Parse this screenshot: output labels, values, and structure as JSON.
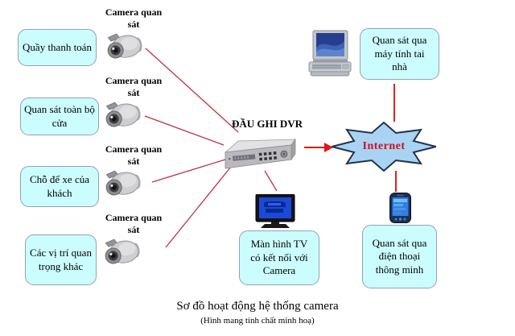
{
  "diagram": {
    "camera_label": "Camera quan sát",
    "left_boxes": [
      {
        "label": "Quầy thanh toán"
      },
      {
        "label": "Quan sát toàn bộ cửa"
      },
      {
        "label": "Chỗ để xe của khách"
      },
      {
        "label": "Các vị trí quan trọng khác"
      }
    ],
    "dvr": {
      "label": "ĐẦU GHI DVR"
    },
    "internet": {
      "label": "Internet"
    },
    "remote_pc_box": {
      "label": "Quan sát qua máy tính tai nhà"
    },
    "remote_phone_box": {
      "label": "Quan sát qua điện thoại thông minh"
    },
    "tv_box": {
      "label": "Màn hình TV có kết nối với Camera"
    },
    "caption": {
      "title": "Sơ đồ hoạt động hệ thống camera",
      "subtitle": "(Hình mang tính chất minh hoạ)"
    }
  },
  "colors": {
    "box_fill": "#ccfdfe",
    "box_border": "#90a2ae",
    "connector_red": "#c23040",
    "strong_red": "#e01818",
    "internet_fill": "#a9d3f2",
    "internet_border": "#22314e",
    "internet_text": "#cf1020"
  }
}
